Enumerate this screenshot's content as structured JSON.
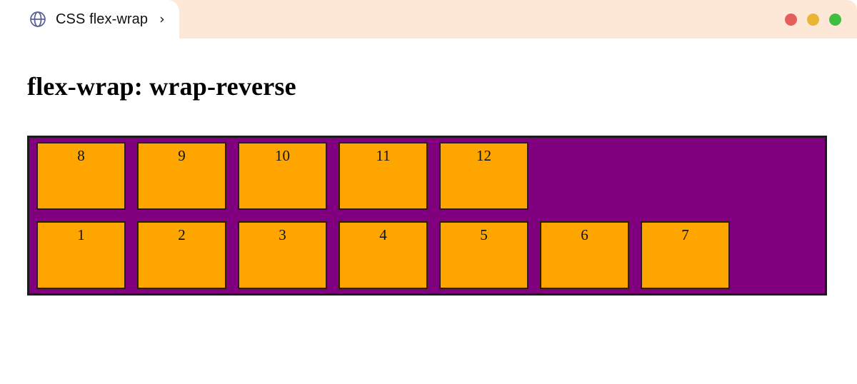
{
  "window": {
    "chrome_bg": "#fde8d7",
    "page_bg": "#ffffff"
  },
  "tab": {
    "icon": "globe-icon",
    "title": "CSS flex-wrap",
    "chevron": "›"
  },
  "traffic_lights": [
    {
      "name": "close",
      "color": "#e85c5c"
    },
    {
      "name": "minimize",
      "color": "#e8b535"
    },
    {
      "name": "maximize",
      "color": "#3fbf3f"
    }
  ],
  "page": {
    "heading": "flex-wrap: wrap-reverse",
    "container": {
      "background": "#800080",
      "border_color": "#1b1b1b",
      "flex_wrap": "wrap-reverse",
      "item_background": "#ffa500",
      "item_border_color": "#2a2000",
      "items": [
        {
          "label": "1"
        },
        {
          "label": "2"
        },
        {
          "label": "3"
        },
        {
          "label": "4"
        },
        {
          "label": "5"
        },
        {
          "label": "6"
        },
        {
          "label": "7"
        },
        {
          "label": "8"
        },
        {
          "label": "9"
        },
        {
          "label": "10"
        },
        {
          "label": "11"
        },
        {
          "label": "12"
        }
      ]
    }
  }
}
